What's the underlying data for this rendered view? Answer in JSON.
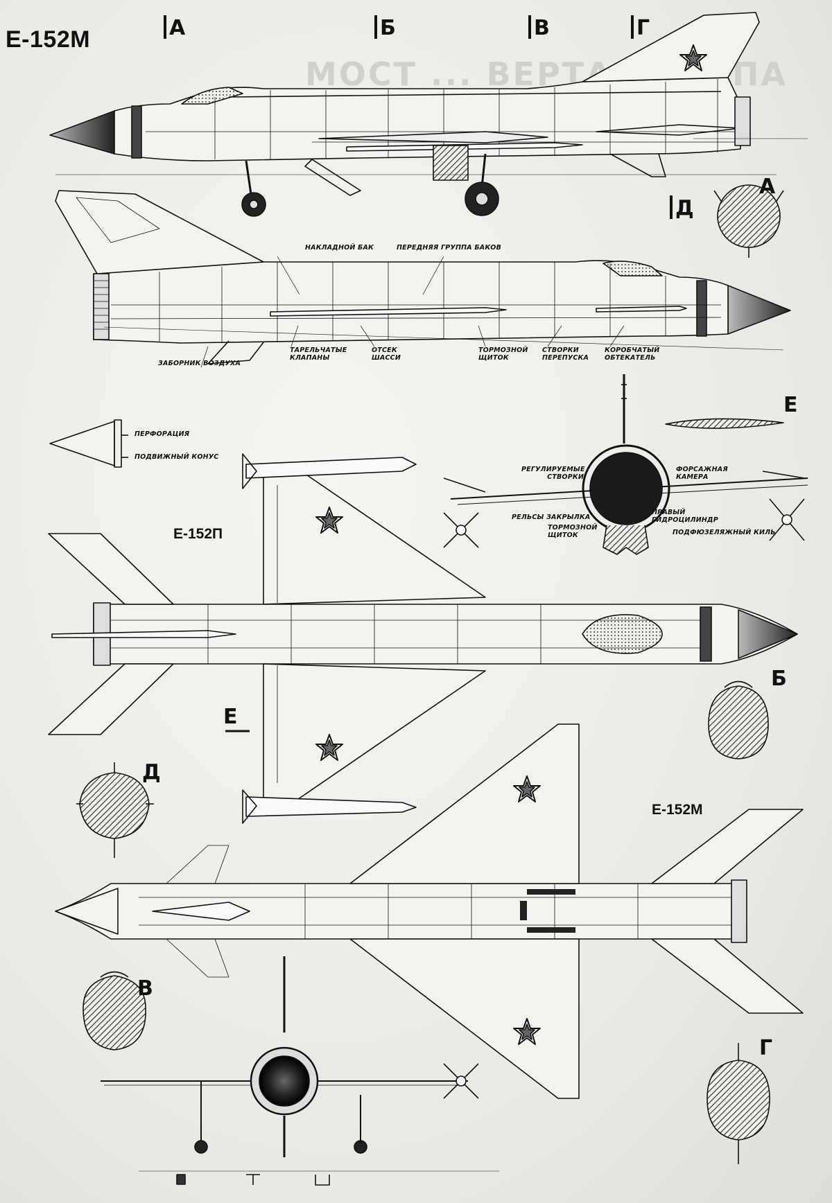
{
  "title": "Е-152М",
  "sections": {
    "a": "А",
    "b": "Б",
    "v": "В",
    "g": "Г",
    "d": "Д"
  },
  "section_labels": {
    "a": "А",
    "b": "Б",
    "v": "В",
    "g": "Г",
    "d": "Д",
    "e": "Е"
  },
  "cut_mark_e": "Е",
  "models": {
    "top_view": "Е-152П",
    "bottom_view": "Е-152М"
  },
  "ghost_text": "МОСТ ... ВЕРТА ... ЕУПА",
  "callouts": {
    "overlay_tank": "НАКЛАДНОЙ БАК",
    "front_tanks": "ПЕРЕДНЯЯ ГРУППА БАКОВ",
    "air_intake": "ЗАБОРНИК ВОЗДУХА",
    "poppet_valves": "ТАРЕЛЬЧАТЫЕ КЛАПАНЫ",
    "gear_bay": "ОТСЕК ШАССИ",
    "airbrake": "ТОРМОЗНОЙ ЩИТОК",
    "bypass_doors": "СТВОРКИ ПЕРЕПУСКА",
    "box_fairing": "КОРОБЧАТЫЙ ОБТЕКАТЕЛЬ",
    "perforation": "ПЕРФОРАЦИЯ",
    "movable_cone": "ПОДВИЖНЫЙ КОНУС",
    "adjustable_flaps": "РЕГУЛИРУЕМЫЕ СТВОРКИ",
    "afterburner": "ФОРСАЖНАЯ КАМЕРА",
    "flap_rails": "РЕЛЬСЫ ЗАКРЫЛКА",
    "airbrake_rear": "ТОРМОЗНОЙ ЩИТОК",
    "right_hydraulic": "ПРАВЫЙ ГИДРОЦИЛИНДР",
    "ventral_fin": "ПОДФЮЗЕЛЯЖНЫЙ КИЛЬ"
  },
  "colors": {
    "ink": "#111111",
    "paper": "#f2f1ee",
    "hatch": "#333333"
  }
}
